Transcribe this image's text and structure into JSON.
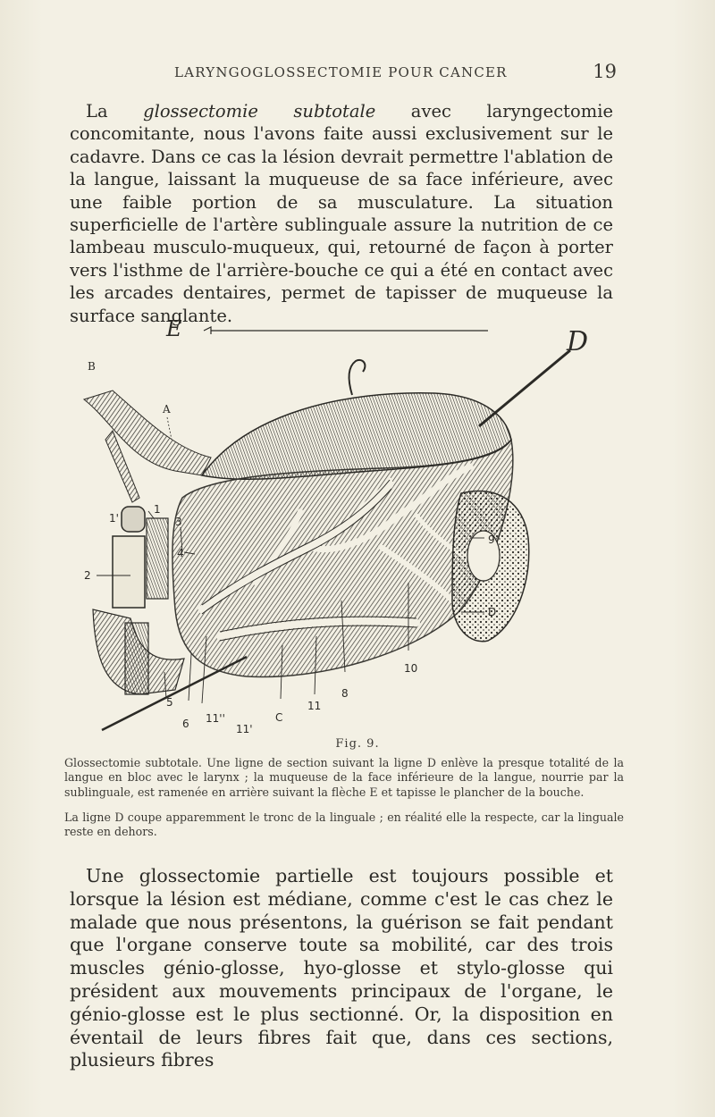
{
  "header": {
    "running_title": "LARYNGOGLOSSECTOMIE POUR CANCER",
    "page_number": "19"
  },
  "paragraph1": {
    "start": "La ",
    "italic": "glossectomie subtotale",
    "rest": " avec laryngectomie concomitante, nous l'avons faite aussi exclusivement sur le cadavre. Dans ce cas la lésion devrait permettre l'ablation de la langue, laissant la muqueuse de sa face inférieure, avec une faible portion de sa musculature. La situation superficielle de l'artère sublinguale assure la nutrition de ce lambeau musculo-muqueux, qui, retourné de façon à porter vers l'isthme de l'arrière-bouche ce qui a été en contact avec les arcades dentaires, permet de tapisser de muqueuse la surface sanglante."
  },
  "figure": {
    "labels": {
      "E": "E",
      "D_top": "D",
      "B": "B",
      "A": "A",
      "n1": "1",
      "n1p": "1'",
      "n2": "2",
      "n3": "3",
      "n4": "4",
      "n9": "9",
      "D_side": "D",
      "n10": "10",
      "n8": "8",
      "n11": "11",
      "C": "C",
      "n11pp": "11''",
      "n11p": "11'",
      "n6": "6",
      "n5": "5"
    },
    "number": "Fig. 9."
  },
  "caption": {
    "line1": "Glossectomie subtotale. Une ligne de section suivant la ligne D enlève la presque totalité de la langue en bloc avec le larynx ; la muqueuse de la face inférieure de la langue, nourrie par la sublinguale, est ramenée en arrière suivant la flèche E et tapisse le plancher de la bouche.",
    "line2": "La ligne D coupe apparemment le tronc de la linguale ; en réalité elle la respecte, car la linguale reste en dehors."
  },
  "paragraph2": {
    "text": "Une glossectomie partielle est toujours possible et lorsque la lésion est médiane, comme c'est le cas chez le malade que nous présentons, la guérison se fait pendant que l'organe conserve toute sa mobilité, car des trois muscles génio-glosse, hyo-glosse et stylo-glosse qui président aux mouvements principaux de l'organe, le génio-glosse est le plus sectionné. Or, la disposition en éventail de leurs fibres fait que, dans ces sections, plusieurs fibres"
  }
}
